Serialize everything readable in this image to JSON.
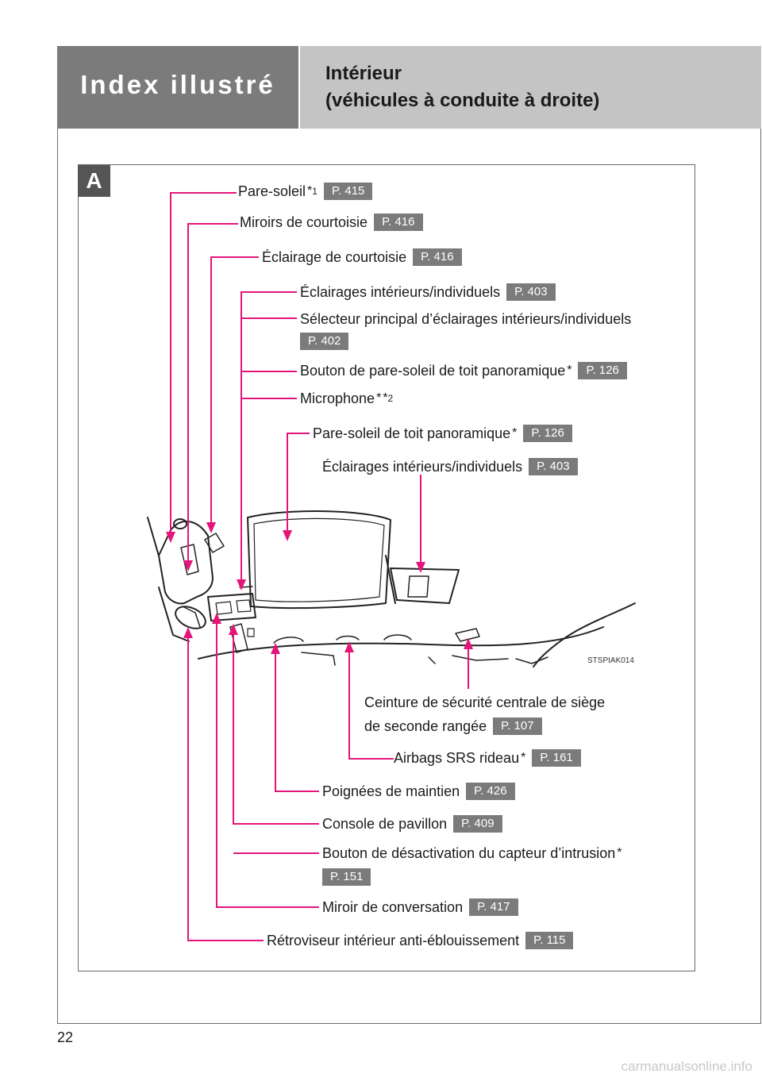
{
  "header": {
    "section": "Index illustré",
    "title_line1": "Intérieur",
    "title_line2": "(véhicules à conduite à droite)"
  },
  "panel_badge": "A",
  "page_number": "22",
  "image_code": "STSPIAK014",
  "watermark": "carmanualsonline.info",
  "labels": [
    {
      "text": "Pare-soleil",
      "sup": "1",
      "ref": "P. 415"
    },
    {
      "text": "Miroirs de courtoisie",
      "ref": "P. 416"
    },
    {
      "text": "Éclairage de courtoisie",
      "ref": "P. 416"
    },
    {
      "text": "Éclairages intérieurs/individuels",
      "ref": "P. 403"
    },
    {
      "text": "Sélecteur principal d’éclairages intérieurs/individuels",
      "ref": "P. 402"
    },
    {
      "text": "Bouton de pare-soleil de toit panoramique",
      "ref": "P. 126"
    },
    {
      "text": "Microphone",
      "sup": "2"
    },
    {
      "text": "Pare-soleil de toit panoramique",
      "ref": "P. 126"
    },
    {
      "text": "Éclairages intérieurs/individuels",
      "ref": "P. 403"
    },
    {
      "text": "Ceinture de sécurité centrale de siège",
      "text2": "de seconde rangée",
      "ref": "P. 107"
    },
    {
      "text": "Airbags SRS rideau",
      "ref": "P. 161"
    },
    {
      "text": "Poignées de maintien",
      "ref": "P. 426"
    },
    {
      "text": "Console de pavillon",
      "ref": "P. 409"
    },
    {
      "text": "Bouton de désactivation du capteur d’intrusion",
      "ref": "P. 151"
    },
    {
      "text": "Miroir de conversation",
      "ref": "P. 417"
    },
    {
      "text": "Rétroviseur intérieur anti-éblouissement",
      "ref": "P. 115"
    }
  ]
}
